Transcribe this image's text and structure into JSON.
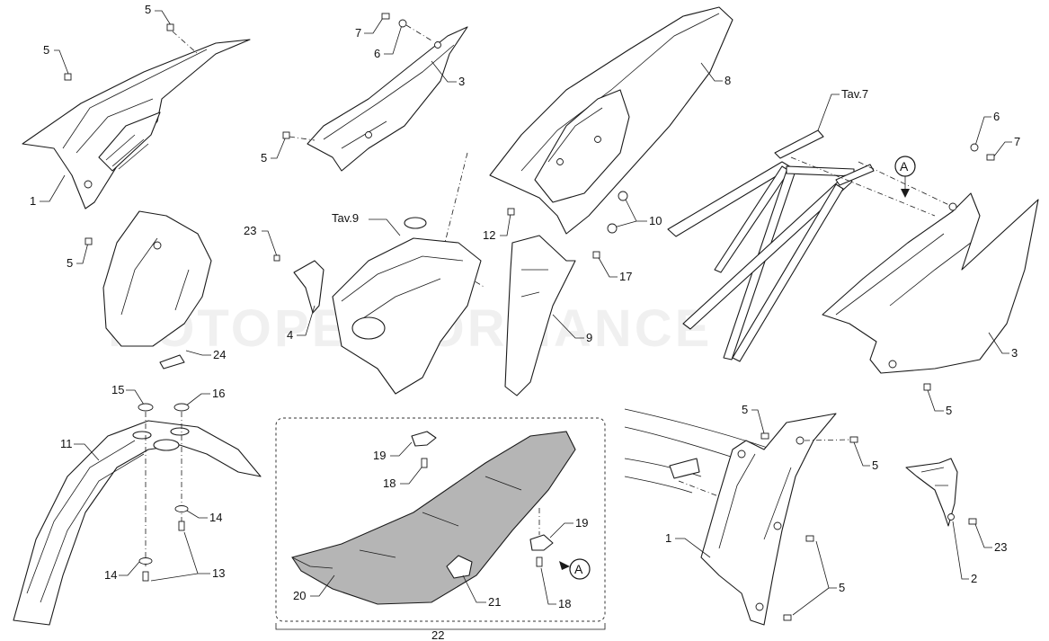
{
  "watermark": "MOTOPERFORMANCE",
  "view_marker": "A",
  "colors": {
    "line": "#1a1a1a",
    "seat_fill": "#b5b5b5",
    "background": "#ffffff"
  },
  "callouts": {
    "n5": "5",
    "n7": "7",
    "n6": "6",
    "n3": "3",
    "n8": "8",
    "n1": "1",
    "n23": "23",
    "n4": "4",
    "n24": "24",
    "n12": "12",
    "n10": "10",
    "n17": "17",
    "n9": "9",
    "n15": "15",
    "n16": "16",
    "n11": "11",
    "n14": "14",
    "n13": "13",
    "n19": "19",
    "n18": "18",
    "n20": "20",
    "n21": "21",
    "n22": "22",
    "n2": "2",
    "tav7": "Tav.7",
    "tav9": "Tav.9"
  }
}
